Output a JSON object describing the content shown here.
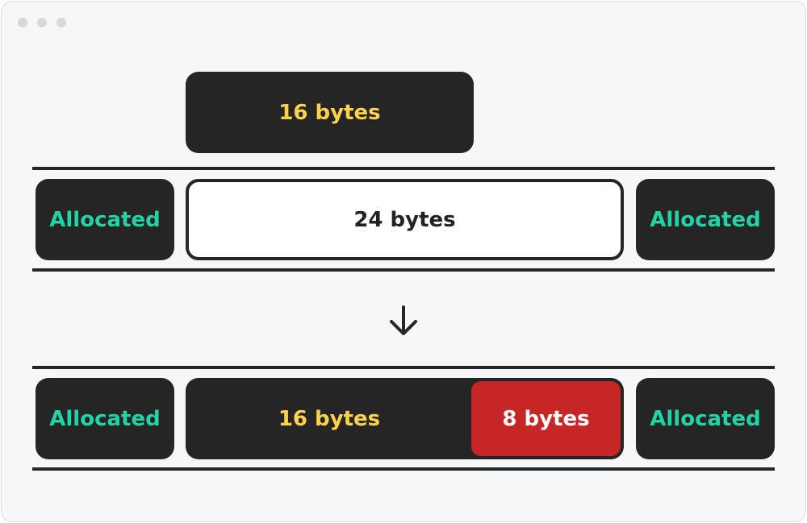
{
  "request_block": {
    "label": "16 bytes"
  },
  "before_row": {
    "left": "Allocated",
    "free": "24 bytes",
    "right": "Allocated"
  },
  "arrow_icon": "arrow-down-icon",
  "after_row": {
    "left": "Allocated",
    "used": "16 bytes",
    "leftover": "8 bytes",
    "right": "Allocated"
  },
  "colors": {
    "allocated_text": "#22d3a6",
    "request_text": "#fdd24b",
    "leftover_fill": "#c62626",
    "block_fill": "#252525"
  }
}
